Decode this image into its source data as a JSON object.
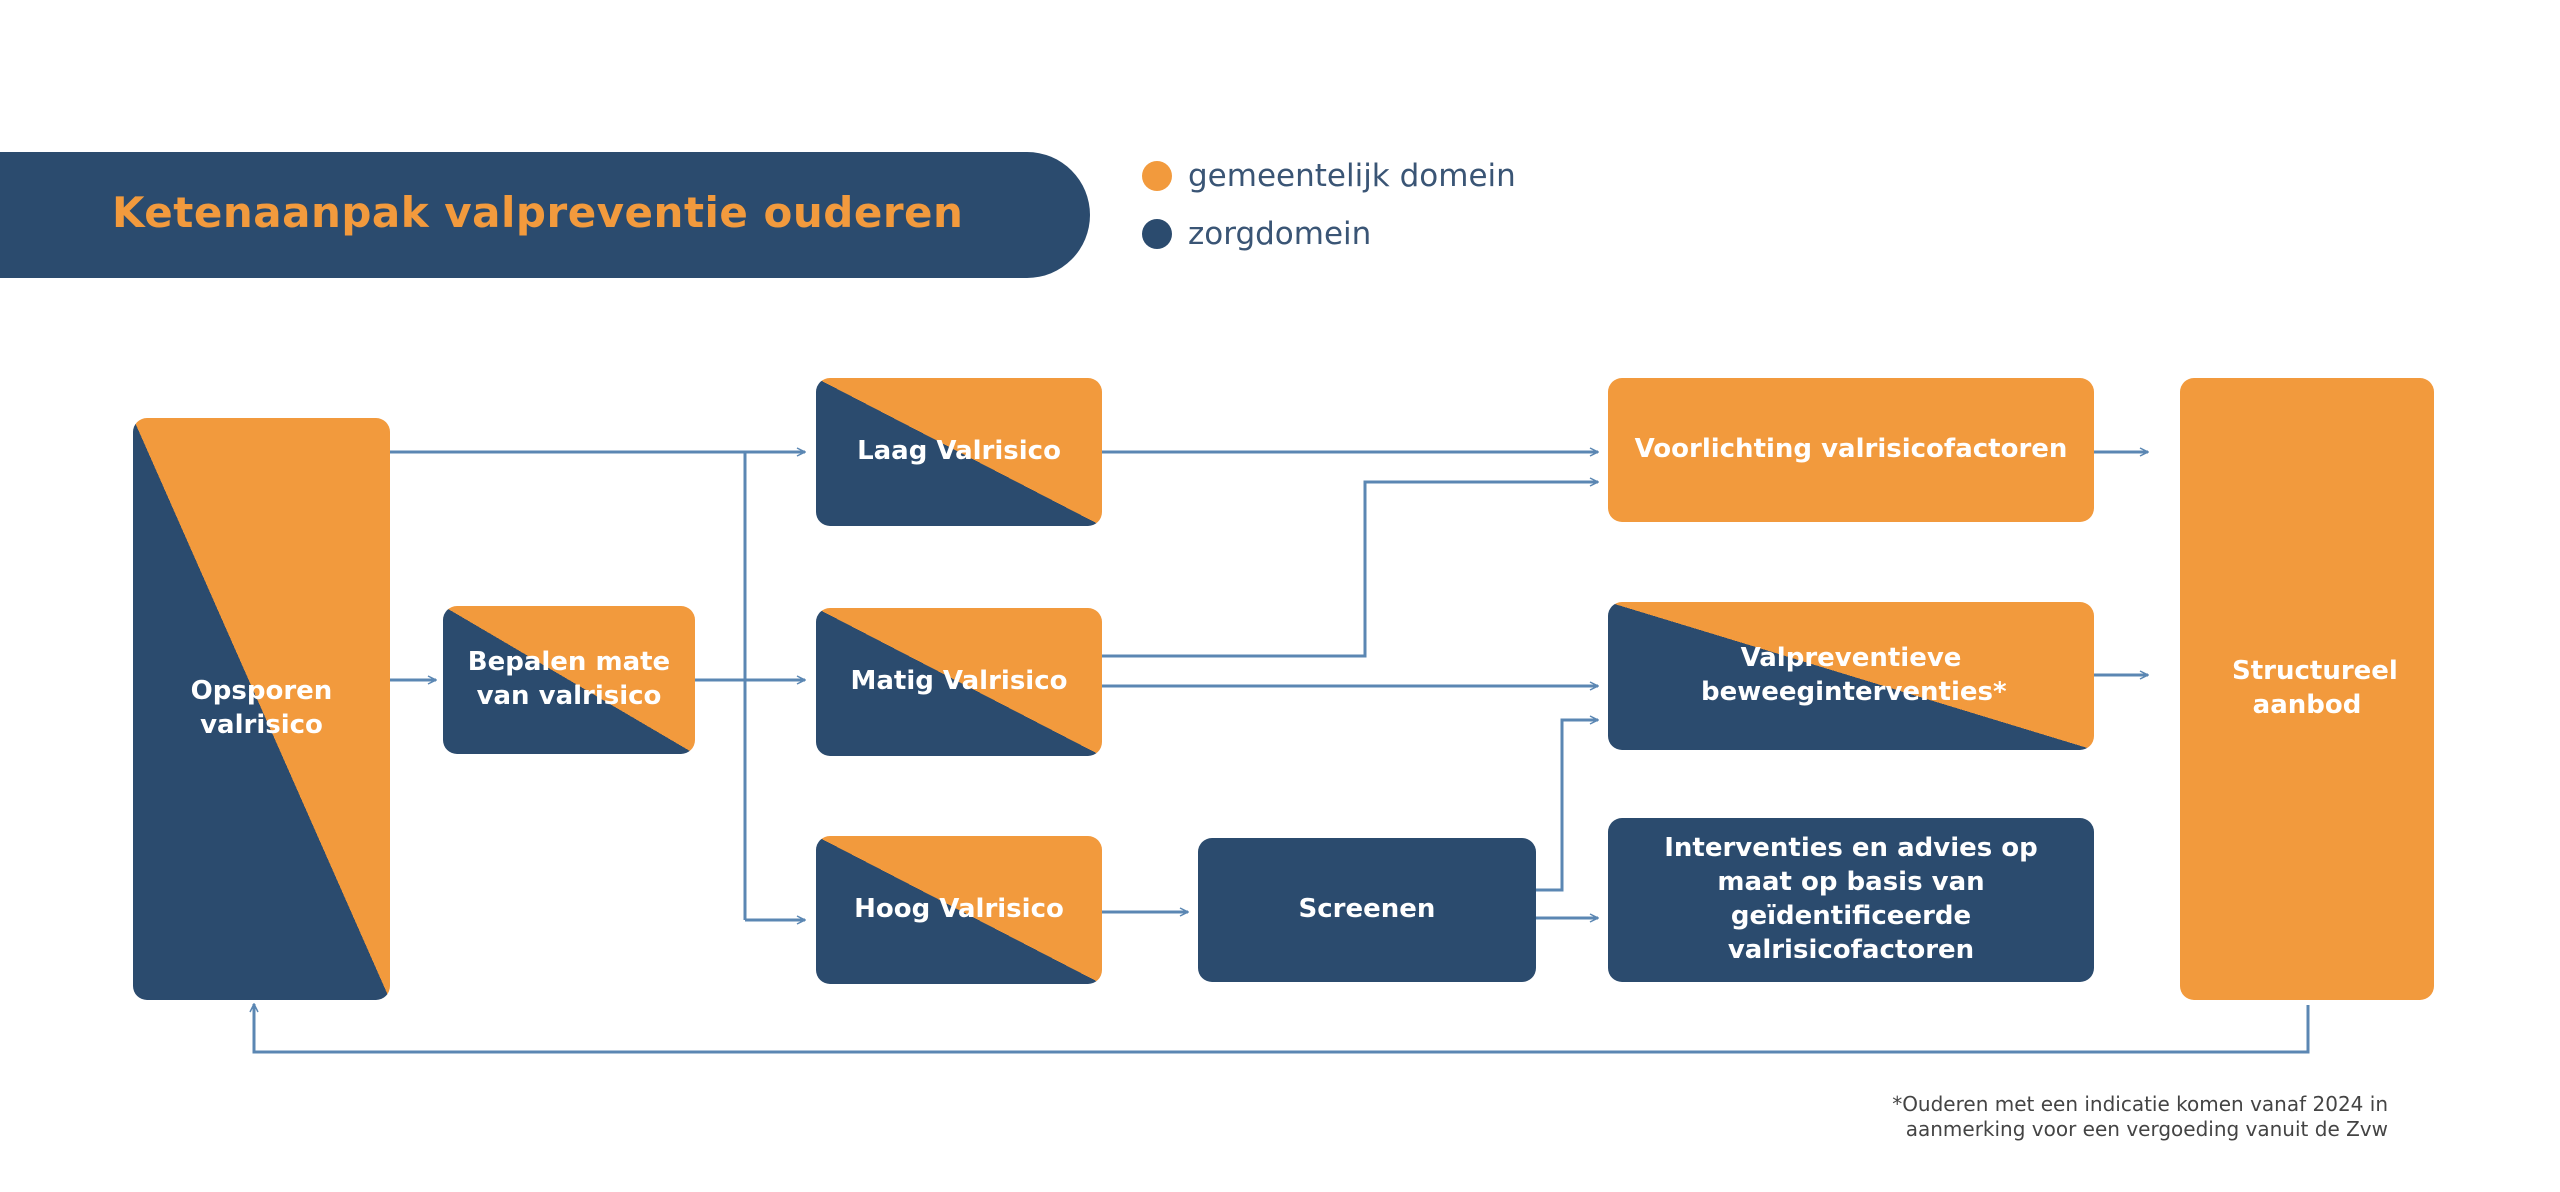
{
  "header": {
    "title": "Ketenaanpak valpreventie ouderen"
  },
  "legend": [
    {
      "label": "gemeentelijk domein",
      "color": "#f29a3d"
    },
    {
      "label": "zorgdomein",
      "color": "#2b4b6e"
    }
  ],
  "nodes": {
    "opsporen": "Opsporen valrisico",
    "bepalen": "Bepalen mate van valrisico",
    "laag": "Laag Valrisico",
    "matig": "Matig Valrisico",
    "hoog": "Hoog Valrisico",
    "screenen": "Screenen",
    "voorlichting": "Voorlichting valrisicofactoren",
    "valpreventieve": "Valpreventieve beweeginterventies*",
    "interventies": "Interventies en advies op maat op basis van geïdentificeerde valrisicofactoren",
    "structureel": "Structureel aanbod"
  },
  "footnote": {
    "line1": "*Ouderen met een indicatie komen vanaf 2024 in",
    "line2": "aanmerking voor een vergoeding vanuit de Zvw"
  },
  "colors": {
    "orange": "#f29a3d",
    "navy": "#2b4b6e",
    "line": "#5b87b3"
  }
}
